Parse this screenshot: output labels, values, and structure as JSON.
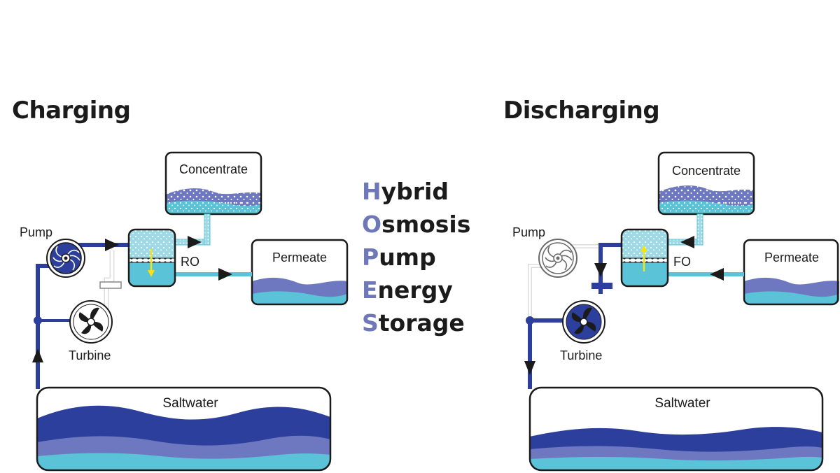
{
  "sections": {
    "charging": {
      "title": "Charging",
      "labels": {
        "concentrate": "Concentrate",
        "permeate": "Permeate",
        "pump": "Pump",
        "turbine": "Turbine",
        "membrane": "RO",
        "saltwater": "Saltwater"
      }
    },
    "discharging": {
      "title": "Discharging",
      "labels": {
        "concentrate": "Concentrate",
        "permeate": "Permeate",
        "pump": "Pump",
        "turbine": "Turbine",
        "membrane": "FO",
        "saltwater": "Saltwater"
      }
    }
  },
  "acronym": [
    {
      "first": "H",
      "rest": "ybrid"
    },
    {
      "first": "O",
      "rest": "smosis"
    },
    {
      "first": "P",
      "rest": "ump"
    },
    {
      "first": "E",
      "rest": "nergy"
    },
    {
      "first": "S",
      "rest": "torage"
    }
  ],
  "colors": {
    "dark_blue": "#2c3f9c",
    "mid_blue": "#6e78c0",
    "cyan": "#5bc3d8",
    "light_cyan": "#9ed9e6",
    "accent_yellow": "#f4e411",
    "outline": "#1b1b1b"
  }
}
